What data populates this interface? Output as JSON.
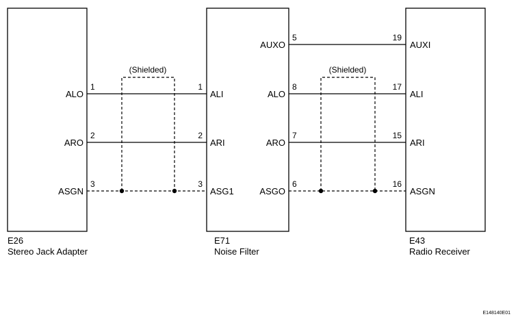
{
  "components": [
    {
      "id": "E26",
      "name": "Stereo Jack Adapter",
      "pins": [
        {
          "label": "ALO",
          "number": "1"
        },
        {
          "label": "ARO",
          "number": "2"
        },
        {
          "label": "ASGN",
          "number": "3"
        }
      ]
    },
    {
      "id": "E71",
      "name": "Noise Filter",
      "left_pins": [
        {
          "label": "ALI",
          "number": "1"
        },
        {
          "label": "ARI",
          "number": "2"
        },
        {
          "label": "ASG1",
          "number": "3"
        }
      ],
      "right_pins": [
        {
          "label": "AUXO",
          "number": "5"
        },
        {
          "label": "ALO",
          "number": "8"
        },
        {
          "label": "ARO",
          "number": "7"
        },
        {
          "label": "ASGO",
          "number": "6"
        }
      ]
    },
    {
      "id": "E43",
      "name": "Radio Receiver",
      "pins": [
        {
          "label": "AUXI",
          "number": "19"
        },
        {
          "label": "ALI",
          "number": "17"
        },
        {
          "label": "ARI",
          "number": "15"
        },
        {
          "label": "ASGN",
          "number": "16"
        }
      ]
    }
  ],
  "shields": [
    {
      "label": "(Shielded)"
    },
    {
      "label": "(Shielded)"
    }
  ],
  "figure_id": "E148140E01"
}
